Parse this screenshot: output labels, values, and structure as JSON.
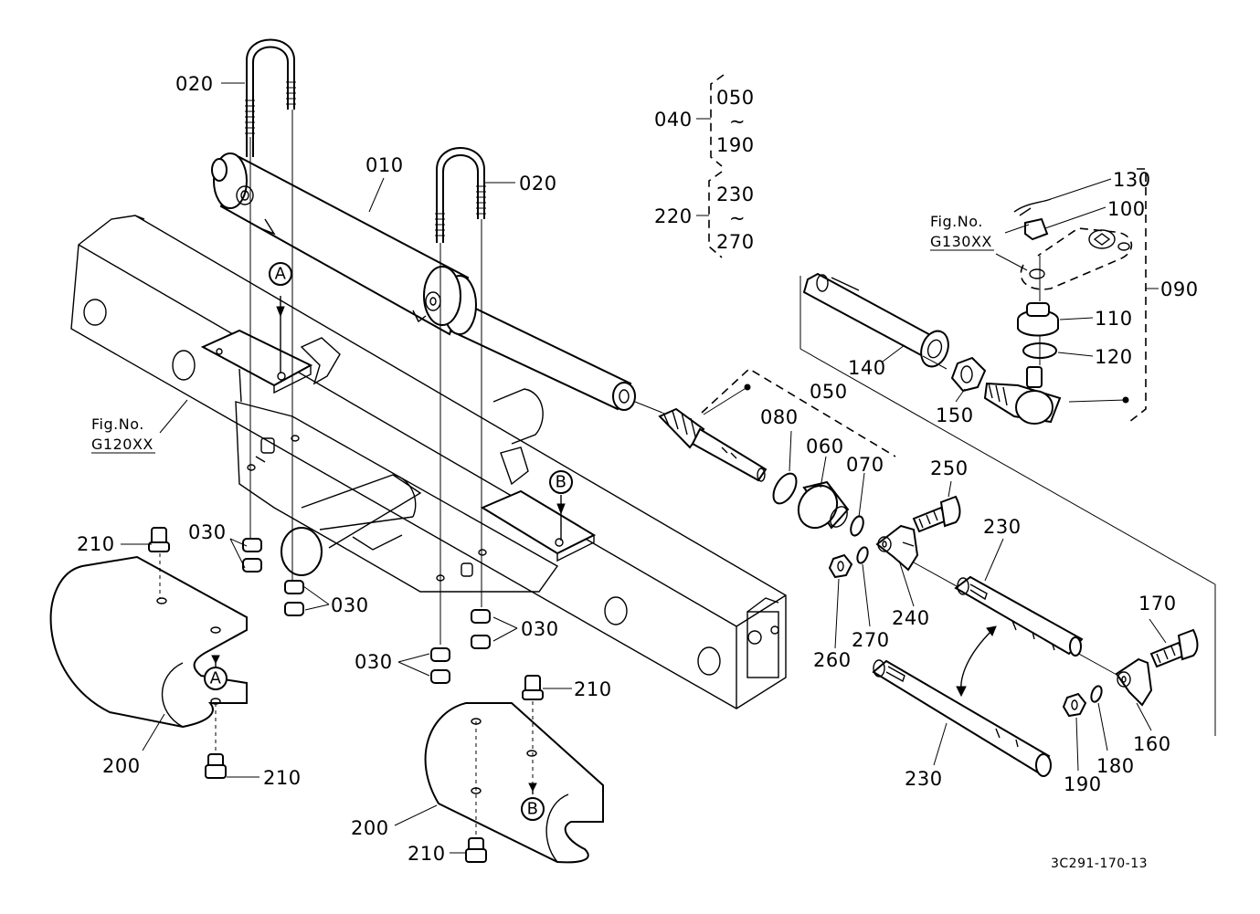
{
  "labels": {
    "p010": "010",
    "p020_top": "020",
    "p020_mid": "020",
    "p030_a": "030",
    "p030_b": "030",
    "p030_c": "030",
    "p030_d": "030",
    "p040": "040",
    "p040_from": "050",
    "p040_to": "190",
    "p220": "220",
    "p220_from": "230",
    "p220_to": "270",
    "p050": "050",
    "p060": "060",
    "p070": "070",
    "p080": "080",
    "p090": "090",
    "p100": "100",
    "p110": "110",
    "p120": "120",
    "p130": "130",
    "p140": "140",
    "p150": "150",
    "p160": "160",
    "p170": "170",
    "p180": "180",
    "p190": "190",
    "p200_left": "200",
    "p200_mid": "200",
    "p210_a": "210",
    "p210_b": "210",
    "p210_c": "210",
    "p210_d": "210",
    "p230_top": "230",
    "p230_bottom": "230",
    "p240": "240",
    "p250": "250",
    "p260": "260",
    "p270": "270",
    "tilde_1": "~",
    "tilde_2": "~"
  },
  "callouts": {
    "A_top": "A",
    "A_bottom": "A",
    "B_top": "B",
    "B_bottom": "B"
  },
  "references": {
    "fig_g120": {
      "line1": "Fig.No.",
      "line2": "G120XX"
    },
    "fig_g130": {
      "line1": "Fig.No.",
      "line2": "G130XX"
    }
  },
  "drawing_code": "3C291-170-13"
}
